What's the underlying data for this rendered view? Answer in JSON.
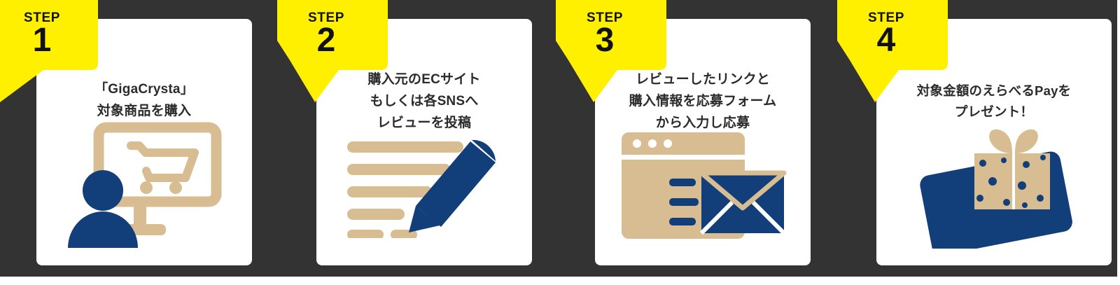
{
  "colors": {
    "background": "#333333",
    "page": "#ffffff",
    "card": "#ffffff",
    "ribbon": "#fff000",
    "ribbon_text": "#111111",
    "body_text": "#2b2b2b",
    "icon_navy": "#123f79",
    "icon_tan": "#d8bd92"
  },
  "steps": [
    {
      "step_label": "STEP",
      "number": "1",
      "lines": [
        "「GigaCrysta」",
        "対象商品を購入"
      ],
      "icon": "shopper-monitor-cart-icon"
    },
    {
      "step_label": "STEP",
      "number": "2",
      "lines": [
        "購入元のECサイト",
        "もしくは各SNSへ",
        "レビューを投稿"
      ],
      "icon": "review-pencil-icon"
    },
    {
      "step_label": "STEP",
      "number": "3",
      "lines": [
        "レビューしたリンクと",
        "購入情報を応募フォーム",
        "から入力し応募"
      ],
      "icon": "browser-form-envelope-icon"
    },
    {
      "step_label": "STEP",
      "number": "4",
      "lines": [
        "対象金額のえらべるPayを",
        "プレゼント！"
      ],
      "icon": "gift-card-present-icon"
    }
  ]
}
